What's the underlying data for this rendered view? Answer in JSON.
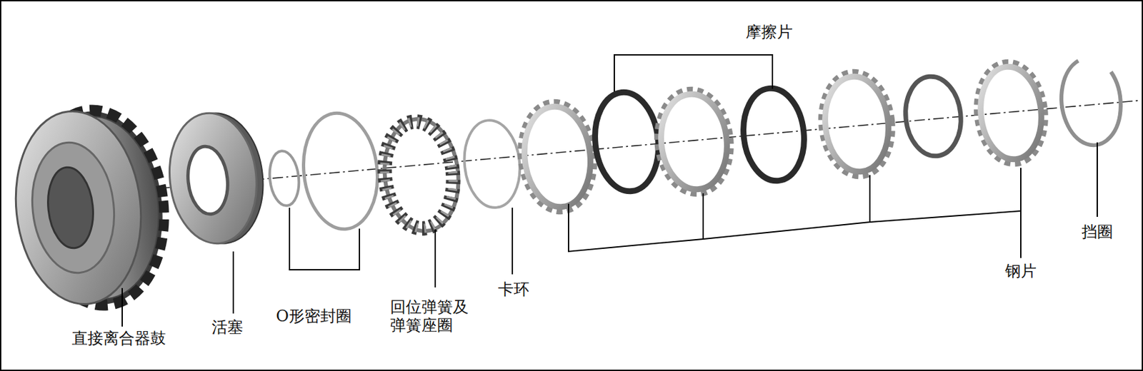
{
  "diagram": {
    "labels": [
      "摩擦片",
      "直接离合器鼓",
      "活塞",
      "O形密封圈",
      "回位弹簧及 弹簧座圈",
      "卡环",
      "钢片",
      "挡圈"
    ]
  }
}
